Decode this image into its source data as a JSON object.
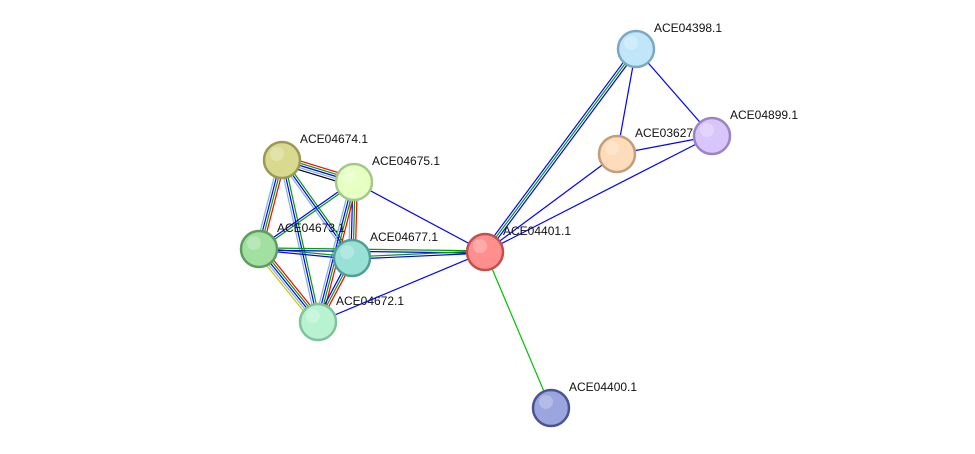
{
  "network": {
    "nodes": [
      {
        "id": "ACE04674.1",
        "label": "ACE04674.1",
        "fill": "#d9d98f",
        "stroke": "#9a9a55"
      },
      {
        "id": "ACE04675.1",
        "label": "ACE04675.1",
        "fill": "#e6ffc2",
        "stroke": "#a5c88a"
      },
      {
        "id": "ACE04673.1",
        "label": "ACE04673.1",
        "fill": "#a1e0a0",
        "stroke": "#5e9e5d"
      },
      {
        "id": "ACE04677.1",
        "label": "ACE04677.1",
        "fill": "#99e1d6",
        "stroke": "#4fa094"
      },
      {
        "id": "ACE04672.1",
        "label": "ACE04672.1",
        "fill": "#b7f3d1",
        "stroke": "#7ec39d"
      },
      {
        "id": "ACE04401.1",
        "label": "ACE04401.1",
        "fill": "#ff8f8f",
        "stroke": "#c05050"
      },
      {
        "id": "ACE04398.1",
        "label": "ACE04398.1",
        "fill": "#c2e6f9",
        "stroke": "#7ba8c4"
      },
      {
        "id": "ACE03627",
        "label": "ACE03627",
        "fill": "#fcdcba",
        "stroke": "#c49e7a"
      },
      {
        "id": "ACE04899.1",
        "label": "ACE04899.1",
        "fill": "#d8c6fa",
        "stroke": "#9a84c4"
      },
      {
        "id": "ACE04400.1",
        "label": "ACE04400.1",
        "fill": "#9ba5de",
        "stroke": "#4a5590"
      }
    ],
    "edges": [
      {
        "source": "ACE04674.1",
        "target": "ACE04675.1",
        "colors": [
          "#ff0000",
          "#00a000",
          "#0000ff",
          "#7fb2dc",
          "#000000"
        ]
      },
      {
        "source": "ACE04674.1",
        "target": "ACE04673.1",
        "colors": [
          "#ff0000",
          "#00a000",
          "#0000ff",
          "#7fb2dc"
        ]
      },
      {
        "source": "ACE04674.1",
        "target": "ACE04677.1",
        "colors": [
          "#00a000",
          "#0000ff",
          "#7fb2dc"
        ]
      },
      {
        "source": "ACE04674.1",
        "target": "ACE04672.1",
        "colors": [
          "#00a000",
          "#0000ff",
          "#7fb2dc"
        ]
      },
      {
        "source": "ACE04675.1",
        "target": "ACE04673.1",
        "colors": [
          "#00a000",
          "#0000ff"
        ]
      },
      {
        "source": "ACE04675.1",
        "target": "ACE04677.1",
        "colors": [
          "#ff0000",
          "#00a000",
          "#0000ff",
          "#7fb2dc"
        ]
      },
      {
        "source": "ACE04675.1",
        "target": "ACE04672.1",
        "colors": [
          "#ff0000",
          "#00a000",
          "#0000ff",
          "#7fb2dc"
        ]
      },
      {
        "source": "ACE04675.1",
        "target": "ACE04401.1",
        "colors": [
          "#0000ff"
        ]
      },
      {
        "source": "ACE04673.1",
        "target": "ACE04677.1",
        "colors": [
          "#00a000",
          "#0000ff"
        ]
      },
      {
        "source": "ACE04673.1",
        "target": "ACE04672.1",
        "colors": [
          "#ff0000",
          "#00a000",
          "#0000ff",
          "#7fb2dc",
          "#c8c800"
        ]
      },
      {
        "source": "ACE04673.1",
        "target": "ACE04401.1",
        "colors": [
          "#00a000",
          "#0000ff"
        ]
      },
      {
        "source": "ACE04677.1",
        "target": "ACE04672.1",
        "colors": [
          "#ff0000",
          "#00a000",
          "#0000ff"
        ]
      },
      {
        "source": "ACE04677.1",
        "target": "ACE04401.1",
        "colors": [
          "#00a000",
          "#0000ff"
        ]
      },
      {
        "source": "ACE04672.1",
        "target": "ACE04401.1",
        "colors": [
          "#0000ff"
        ]
      },
      {
        "source": "ACE04401.1",
        "target": "ACE04398.1",
        "colors": [
          "#0000ff",
          "#00a000",
          "#0000ff"
        ]
      },
      {
        "source": "ACE04401.1",
        "target": "ACE03627",
        "colors": [
          "#0000ff"
        ]
      },
      {
        "source": "ACE04401.1",
        "target": "ACE04899.1",
        "colors": [
          "#0000ff"
        ]
      },
      {
        "source": "ACE04401.1",
        "target": "ACE04400.1",
        "colors": [
          "#00c000"
        ]
      },
      {
        "source": "ACE04398.1",
        "target": "ACE03627",
        "colors": [
          "#0000ff"
        ]
      },
      {
        "source": "ACE04398.1",
        "target": "ACE04899.1",
        "colors": [
          "#0000ff"
        ]
      },
      {
        "source": "ACE03627",
        "target": "ACE04899.1",
        "colors": [
          "#0000ff"
        ]
      }
    ]
  }
}
